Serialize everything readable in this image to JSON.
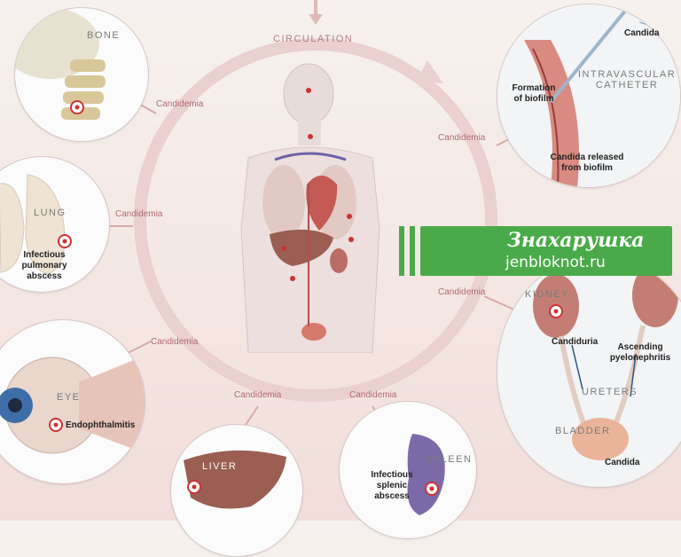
{
  "center": {
    "circulation": "CIRCULATION"
  },
  "bone": {
    "title": "BONE",
    "link": "Candidemia"
  },
  "lung": {
    "title": "LUNG",
    "link": "Candidemia",
    "note_line1": "Infectious",
    "note_line2": "pulmonary",
    "note_line3": "abscess"
  },
  "eye": {
    "title": "EYE",
    "link": "Candidemia",
    "note": "Endophthalmitis"
  },
  "liver": {
    "title": "LIVER",
    "link": "Candidemia"
  },
  "spleen": {
    "title": "SPLEEN",
    "link": "Candidemia",
    "note_line1": "Infectious",
    "note_line2": "splenic",
    "note_line3": "abscess"
  },
  "catheter": {
    "title_line1": "INTRAVASCULAR",
    "title_line2": "CATHETER",
    "link": "Candidemia",
    "candida": "Candida",
    "formation_line1": "Formation",
    "formation_line2": "of biofilm",
    "released_line1": "Candida released",
    "released_line2": "from biofilm"
  },
  "kidney": {
    "link": "Candidemia",
    "kidney_title": "KIDNEY",
    "candiduria": "Candiduria",
    "ascending_line1": "Ascending",
    "ascending_line2": "pyelonephritis",
    "ureters": "URETERS",
    "bladder": "BLADDER",
    "candida": "Candida"
  },
  "watermark": {
    "title": "Знахарушка",
    "url": "jenbloknot.ru"
  },
  "colors": {
    "ring": "#e7c9c9",
    "organ_red": "#b8564f",
    "liver": "#9a5e52",
    "spleen": "#7c6aa8",
    "lung": "#eadfd2",
    "watermark": "#4aaa4a"
  }
}
